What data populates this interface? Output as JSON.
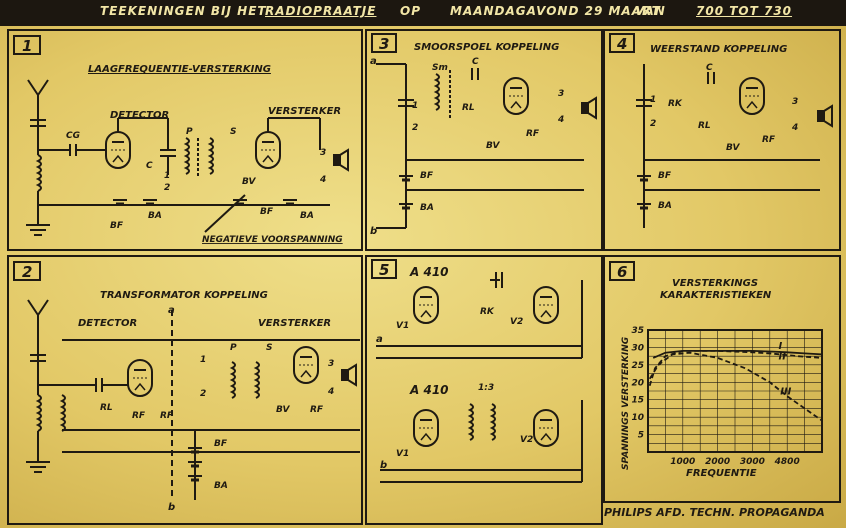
{
  "header": {
    "part1": "TEEKENINGEN BIJ HET",
    "part2": "RADIOPRAATJE",
    "part3": "OP",
    "part4": "MAANDAGAVOND 29 MAART",
    "part5": "VAN",
    "part6": "700 TOT 730"
  },
  "panel1": {
    "number": "1",
    "title": "LAAGFREQUENTIE-VERSTERKING",
    "detector": "DETECTOR",
    "amplifier": "VERSTERKER",
    "cg": "CG",
    "c": "C",
    "p": "P",
    "s": "S",
    "bf": "BF",
    "ba": "BA",
    "bv": "BV",
    "br": "BF",
    "ba2": "BA",
    "n1": "1",
    "n2": "2",
    "n3": "3",
    "n4": "4",
    "bias_label": "NEGATIEVE VOORSPANNING"
  },
  "panel2": {
    "number": "2",
    "title": "TRANSFORMATOR KOPPELING",
    "detector": "DETECTOR",
    "amplifier": "VERSTERKER",
    "a": "a",
    "b": "b",
    "rl": "RL",
    "rp": "RF",
    "rf": "RF",
    "p": "P",
    "s": "S",
    "bv": "BV",
    "rf2": "RF",
    "bf": "BF",
    "ba": "BA",
    "n1": "1",
    "n2": "2",
    "n3": "3",
    "n4": "4"
  },
  "panel3": {
    "number": "3",
    "title": "SMOORSPOEL KOPPELING",
    "a": "a",
    "b": "b",
    "sm": "Sm",
    "c": "C",
    "rl": "RL",
    "bv": "BV",
    "rf": "RF",
    "bf": "BF",
    "ba": "BA",
    "n1": "1",
    "n2": "2",
    "n3": "3",
    "n4": "4"
  },
  "panel4": {
    "number": "4",
    "title": "WEERSTAND KOPPELING",
    "c": "C",
    "rk": "RK",
    "rl": "RL",
    "bv": "BV",
    "rf": "RF",
    "bf": "BF",
    "ba": "BA",
    "n1": "1",
    "n2": "2",
    "n3": "3",
    "n4": "4"
  },
  "panel5": {
    "number": "5",
    "tube_top": "A 410",
    "tube_bottom": "A 410",
    "ratio": "1:3",
    "rk": "RK",
    "v1": "V1",
    "v2": "V2",
    "v1b": "V1",
    "v2b": "V2",
    "a": "a",
    "b": "b"
  },
  "panel6": {
    "number": "6",
    "title_line1": "VERSTERKINGS",
    "title_line2": "KARAKTERISTIEKEN",
    "ylabel": "SPANNINGS VERSTERKING",
    "xlabel": "FREQUENTIE",
    "curve1": "I",
    "curve2": "II",
    "curve3": "III"
  },
  "chart_data": {
    "type": "line",
    "title": "VERSTERKINGS KARAKTERISTIEKEN",
    "xlabel": "FREQUENTIE",
    "ylabel": "SPANNINGS VERSTERKING",
    "xlim": [
      0,
      5000
    ],
    "ylim": [
      0,
      35
    ],
    "xticks": [
      1000,
      2000,
      3000,
      4000
    ],
    "xtick_labels": [
      "1000",
      "2000",
      "3000",
      "4800"
    ],
    "yticks": [
      5,
      10,
      15,
      20,
      25,
      30,
      35
    ],
    "grid": true,
    "series": [
      {
        "name": "I",
        "style": "solid",
        "x": [
          150,
          500,
          1000,
          2000,
          3000,
          3600,
          4000,
          4500,
          5000
        ],
        "y": [
          27,
          28.5,
          29,
          29,
          29,
          28.8,
          28.6,
          28.3,
          28
        ]
      },
      {
        "name": "II",
        "style": "dashed",
        "x": [
          50,
          200,
          500,
          1000,
          2000,
          3000,
          3600,
          4000,
          4500,
          5000
        ],
        "y": [
          19,
          24,
          27.5,
          29,
          29,
          28.6,
          28.2,
          27.8,
          27.3,
          27
        ]
      },
      {
        "name": "III",
        "style": "dashed",
        "x": [
          50,
          300,
          700,
          1200,
          2000,
          2800,
          3500,
          4000,
          4500,
          5000
        ],
        "y": [
          21,
          25,
          28,
          28.5,
          27,
          24,
          20,
          16,
          12.5,
          9
        ]
      }
    ]
  }
}
